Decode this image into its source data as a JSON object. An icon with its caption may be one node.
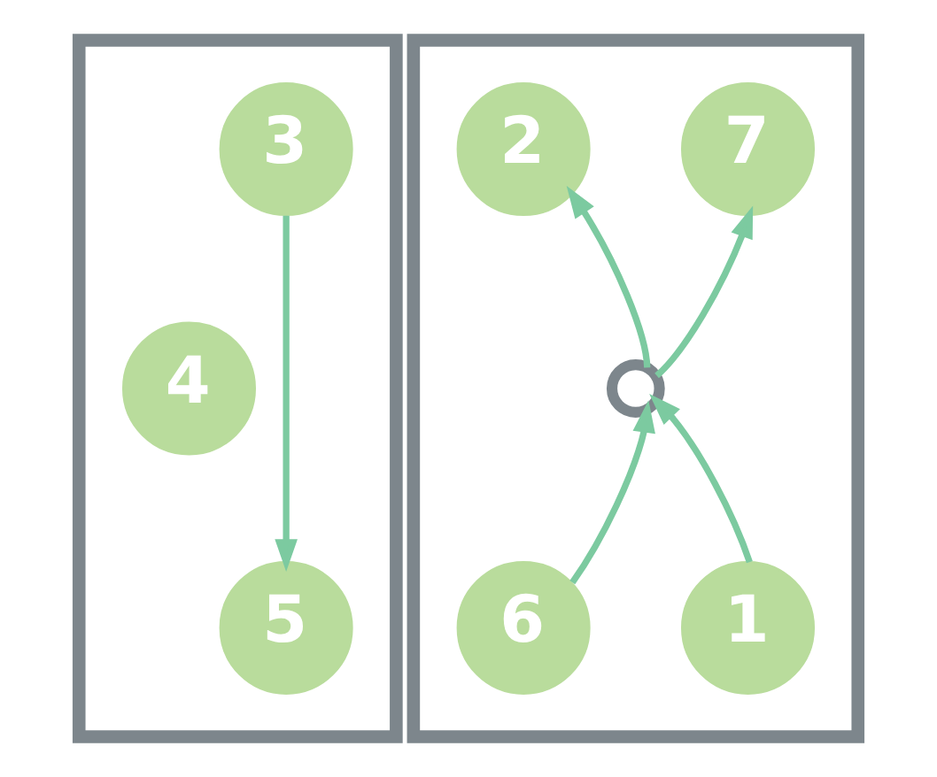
{
  "diagram": {
    "nodes": [
      {
        "text": [],
        "shape": "box"
      },
      {
        "text": [],
        "shape": "box"
      },
      {
        "text": [
          "3"
        ],
        "in": 0
      },
      {
        "text": [
          "2"
        ],
        "in": 1
      },
      {
        "text": [
          "7"
        ],
        "in": 1
      },
      {
        "text": [
          "4"
        ],
        "in": 0
      },
      {
        "text": [],
        "shape": "circle",
        "in": 1
      },
      {
        "text": [
          "5"
        ],
        "in": 0
      },
      {
        "text": [
          "6"
        ],
        "in": 1
      },
      {
        "text": [
          "1"
        ],
        "in": 1
      }
    ],
    "edges": [
      {
        "from": 2,
        "to": 7,
        "arrow": "to"
      },
      {
        "from": 6,
        "to": 3,
        "arrow": "to"
      },
      {
        "from": 6,
        "to": 4,
        "arrow": "to"
      },
      {
        "from": 8,
        "to": 6,
        "arrow": "to"
      },
      {
        "from": 9,
        "to": 6,
        "arrow": "to"
      }
    ]
  }
}
